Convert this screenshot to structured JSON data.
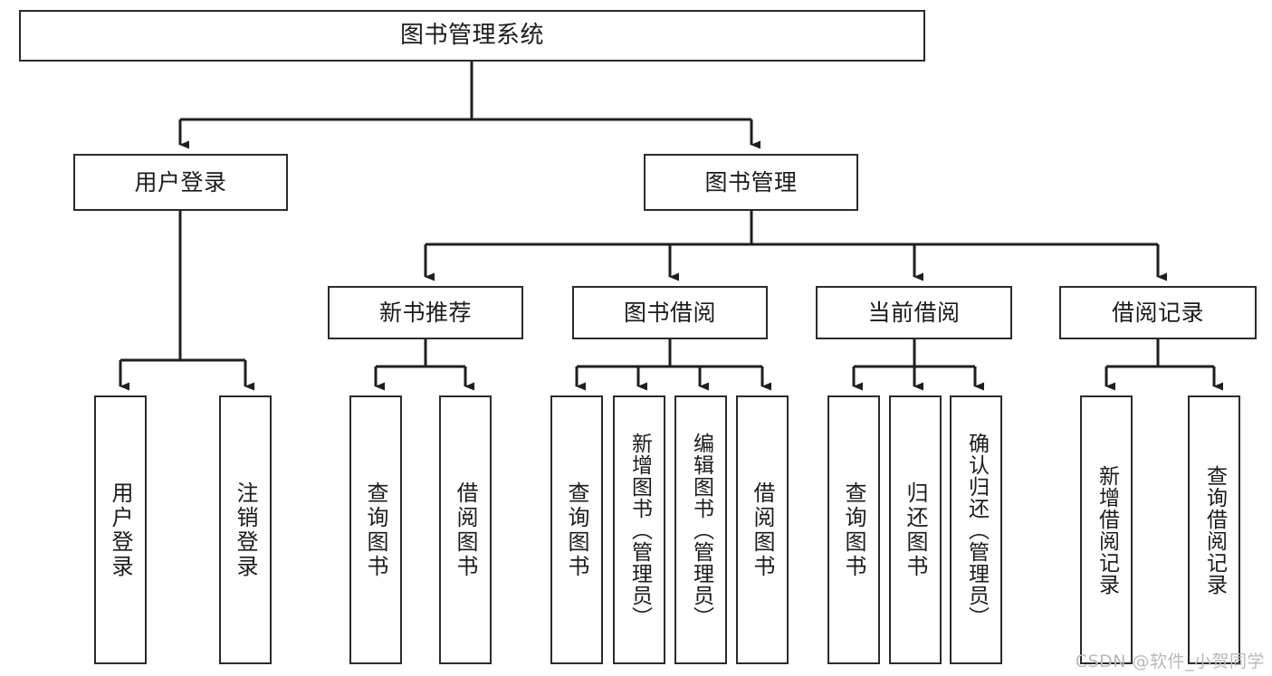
{
  "diagram": {
    "title": "图书管理系统",
    "type": "function-structure-tree",
    "watermark": "CSDN @软件_小贺同学",
    "levels": {
      "root": {
        "label": "图书管理系统"
      },
      "level2": [
        {
          "id": "user-login",
          "label": "用户登录"
        },
        {
          "id": "book-management",
          "label": "图书管理"
        }
      ],
      "level3": [
        {
          "id": "new-book-recommend",
          "label": "新书推荐",
          "parent": "book-management"
        },
        {
          "id": "book-borrow",
          "label": "图书借阅",
          "parent": "book-management"
        },
        {
          "id": "current-borrow",
          "label": "当前借阅",
          "parent": "book-management"
        },
        {
          "id": "borrow-record",
          "label": "借阅记录",
          "parent": "book-management"
        }
      ],
      "leaves": [
        {
          "id": "leaf-user-login",
          "label": "用户登录",
          "parent": "user-login"
        },
        {
          "id": "leaf-user-logout",
          "label": "注销登录",
          "parent": "user-login"
        },
        {
          "id": "leaf-query-book-1",
          "label": "查询图书",
          "parent": "new-book-recommend"
        },
        {
          "id": "leaf-borrow-book-1",
          "label": "借阅图书",
          "parent": "new-book-recommend"
        },
        {
          "id": "leaf-query-book-2",
          "label": "查询图书",
          "parent": "book-borrow"
        },
        {
          "id": "leaf-add-book",
          "label": "新增图书（管理员）",
          "parent": "book-borrow"
        },
        {
          "id": "leaf-edit-book",
          "label": "编辑图书（管理员）",
          "parent": "book-borrow"
        },
        {
          "id": "leaf-borrow-book-2",
          "label": "借阅图书",
          "parent": "book-borrow"
        },
        {
          "id": "leaf-query-book-3",
          "label": "查询图书",
          "parent": "current-borrow"
        },
        {
          "id": "leaf-return-book",
          "label": "归还图书",
          "parent": "current-borrow"
        },
        {
          "id": "leaf-confirm-return",
          "label": "确认归还（管理员）",
          "parent": "current-borrow"
        },
        {
          "id": "leaf-add-record",
          "label": "新增借阅记录",
          "parent": "borrow-record"
        },
        {
          "id": "leaf-query-record",
          "label": "查询借阅记录",
          "parent": "borrow-record"
        }
      ]
    },
    "colors": {
      "box_border": "#2b2b2b",
      "box_fill": "#ffffff",
      "edge": "#1f1f1f",
      "text": "#1b1b1b",
      "watermark": "#b9b9b9",
      "background": "#ffffff"
    }
  }
}
